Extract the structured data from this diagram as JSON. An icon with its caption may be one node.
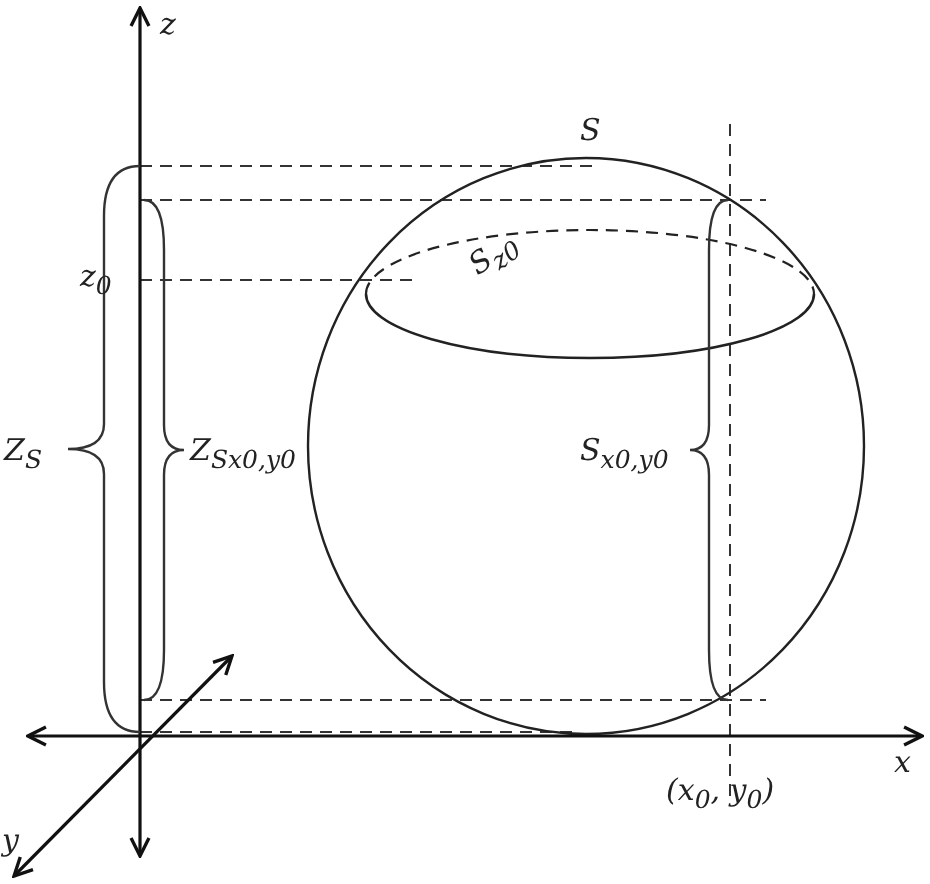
{
  "diagram": {
    "labels": [
      "z",
      "S",
      "z$_{0}$",
      "S$_{z0}$",
      "Z$_{S}$",
      "Z$_{Sx0,y0}$",
      "S$_{x0,y0}$",
      "x",
      "(x$_{0}$, y$_{0}$)",
      "y"
    ]
  }
}
